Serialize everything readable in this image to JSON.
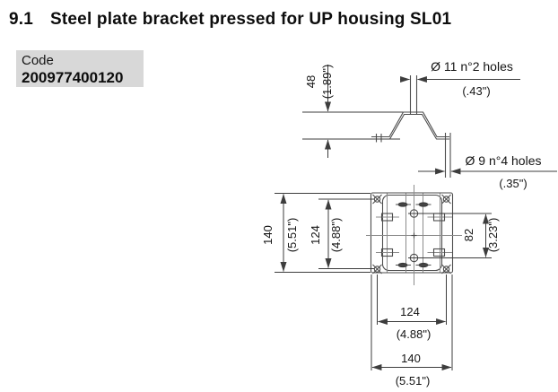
{
  "page": {
    "section": "9.1",
    "title": "Steel plate bracket pressed for UP housing SL01"
  },
  "code_box": {
    "label": "Code",
    "value": "200977400120"
  },
  "dims": {
    "bend_height": {
      "mm": "48",
      "inch": "(1.89\")"
    },
    "top_holes": {
      "label": "Ø 11 n°2 holes",
      "inch": "(.43\")"
    },
    "flange_holes": {
      "label": "Ø 9 n°4 holes",
      "inch": "(.35\")"
    },
    "plate": {
      "mm": "140",
      "inch": "(5.51\")"
    },
    "hole_pitch": {
      "mm": "124",
      "inch": "(4.88\")"
    },
    "center_holes": {
      "mm": "82",
      "inch": "(3.23\")"
    }
  },
  "colors": {
    "code_box_bg": "#d8d8d8",
    "line": "#4d4d4d",
    "centerline": "#8b8b8b",
    "text": "#141414"
  }
}
